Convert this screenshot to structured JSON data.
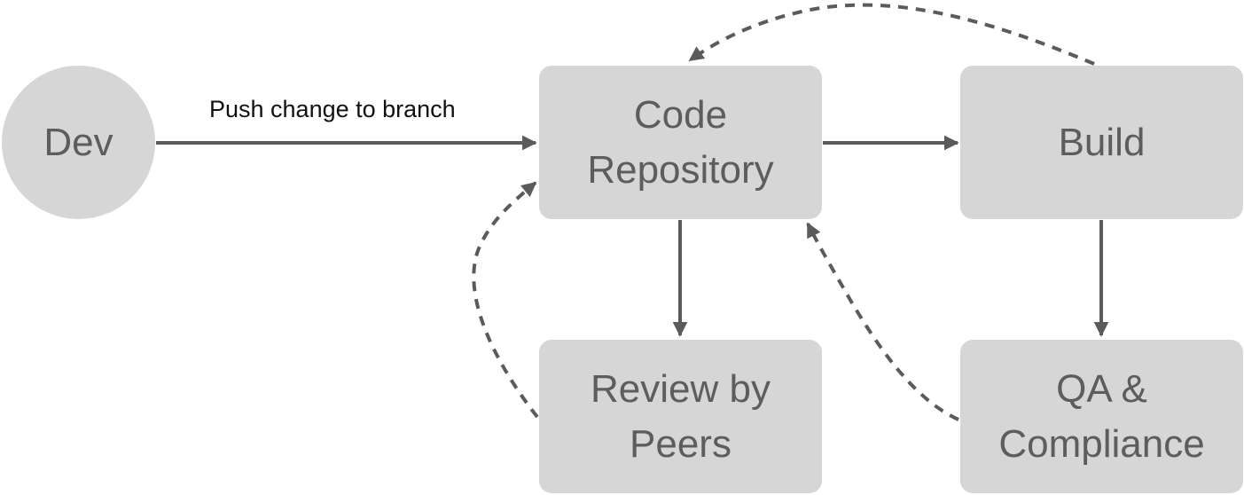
{
  "colors": {
    "node_fill": "#d6d6d6",
    "node_text": "#5d5d5d",
    "arrow": "#5b5b5b",
    "label_text": "#111111",
    "background": "#ffffff"
  },
  "nodes": {
    "dev": {
      "label": "Dev"
    },
    "code_repository": {
      "line1": "Code",
      "line2": "Repository"
    },
    "build": {
      "label": "Build"
    },
    "review": {
      "line1": "Review by",
      "line2": "Peers"
    },
    "qa": {
      "line1": "QA &",
      "line2": "Compliance"
    }
  },
  "edges": {
    "dev_to_repo": {
      "label": "Push change to branch",
      "style": "solid"
    },
    "repo_to_build": {
      "style": "solid"
    },
    "repo_to_review": {
      "style": "solid"
    },
    "build_to_qa": {
      "style": "solid"
    },
    "build_to_repo_feedback": {
      "style": "dashed"
    },
    "review_to_repo_feedback": {
      "style": "dashed"
    },
    "qa_to_repo_feedback": {
      "style": "dashed"
    }
  }
}
